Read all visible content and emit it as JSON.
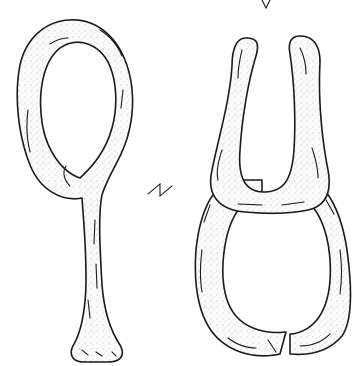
{
  "figure": {
    "objects": [
      "left-loop-stem-figure",
      "right-double-loop-figure"
    ],
    "marks": [
      "tilde-mark",
      "corner-tick-mark"
    ]
  },
  "colors": {
    "line": "#1a1a1a",
    "background": "#ffffff",
    "stipple": "#9a9a9a"
  }
}
